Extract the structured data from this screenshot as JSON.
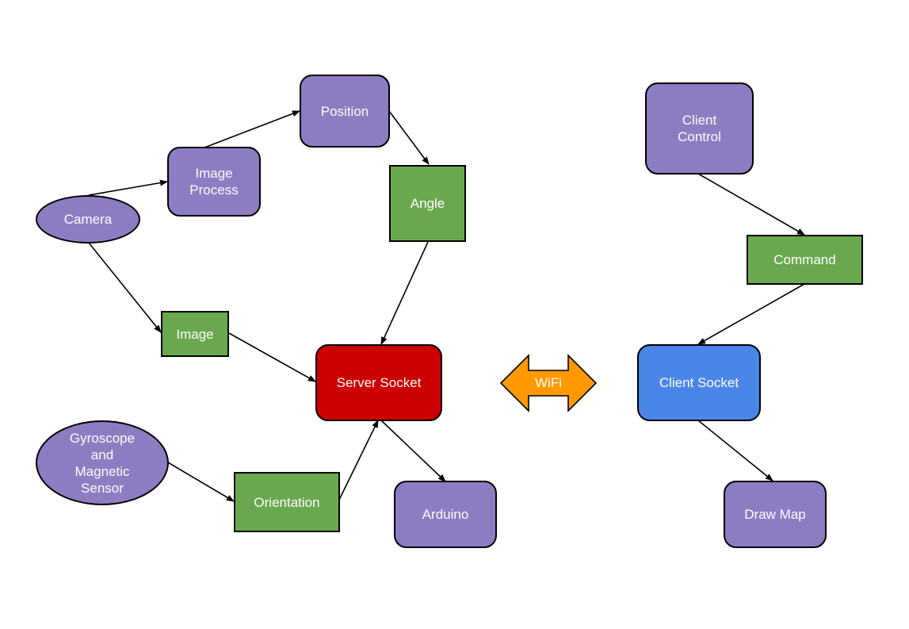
{
  "colors": {
    "process": "#8e7cc3",
    "data": "#6aa84f",
    "server": "#cc0000",
    "client": "#4a86e8",
    "link": "#ff9900"
  },
  "nodes": {
    "position": "Position",
    "image_process": "Image\nProcess",
    "camera": "Camera",
    "angle": "Angle",
    "image": "Image",
    "server_socket": "Server Socket",
    "gyroscope": "Gyroscope\nand\nMagnetic\nSensor",
    "orientation": "Orientation",
    "arduino": "Arduino",
    "client_control": "Client\nControl",
    "command": "Command",
    "client_socket": "Client Socket",
    "draw_map": "Draw Map"
  },
  "link": {
    "label": "WiFi"
  }
}
